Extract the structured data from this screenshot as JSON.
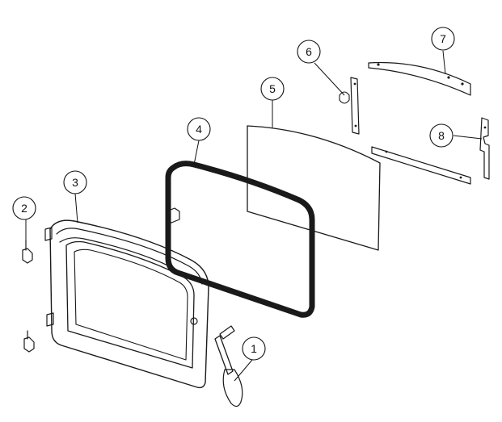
{
  "diagram": {
    "callouts": [
      {
        "label": "1"
      },
      {
        "label": "2"
      },
      {
        "label": "3"
      },
      {
        "label": "4"
      },
      {
        "label": "5"
      },
      {
        "label": "6"
      },
      {
        "label": "7"
      },
      {
        "label": "8"
      }
    ],
    "colors": {
      "line": "#1a1a1a",
      "glass": "#ffffff",
      "paper": "#ffffff",
      "handle_grip": "#3a3a3a"
    }
  }
}
